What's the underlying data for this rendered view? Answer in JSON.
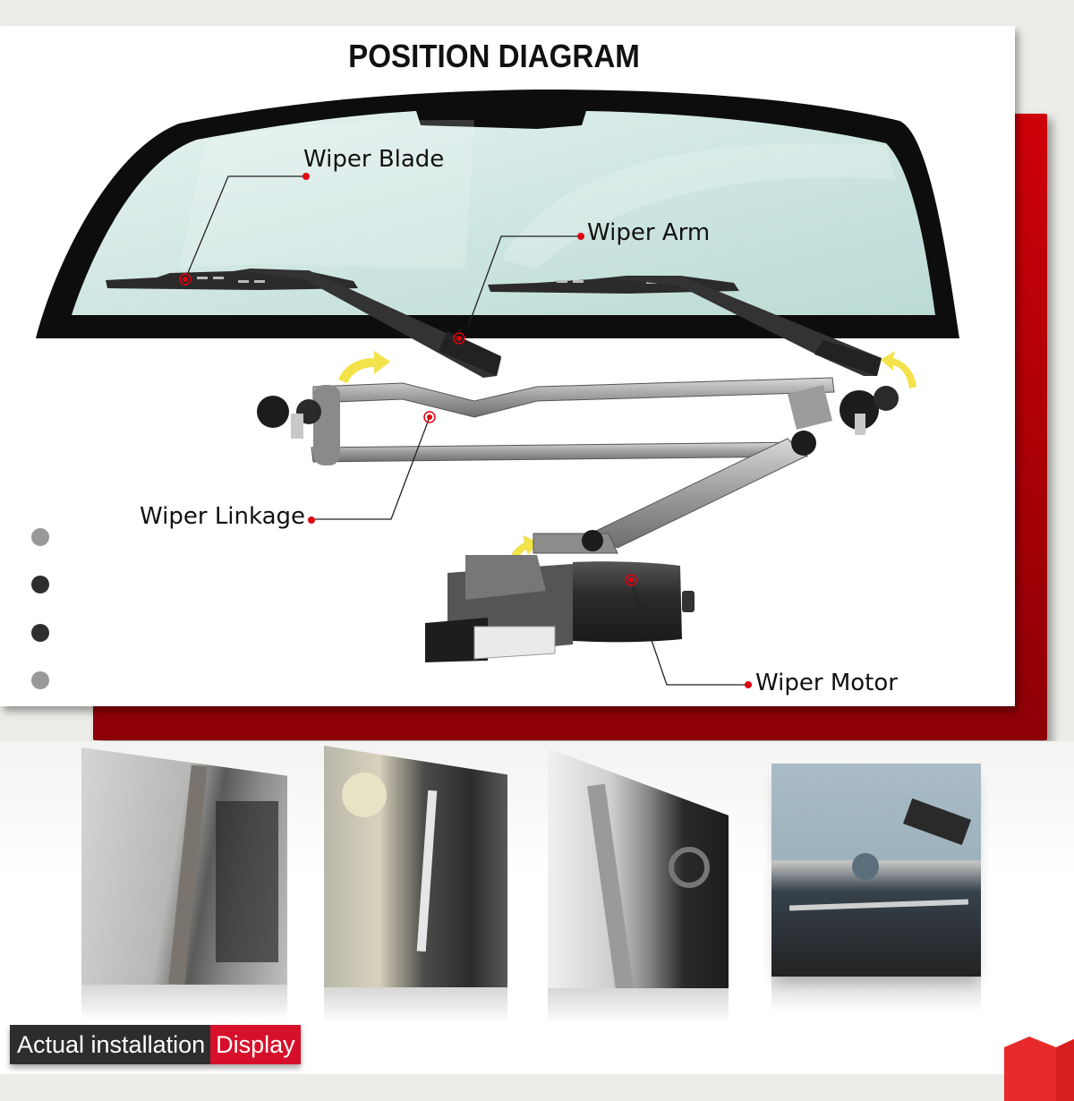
{
  "header": {
    "title": "POSITION DIAGRAM"
  },
  "callouts": [
    {
      "id": "wiper-blade",
      "label": "Wiper Blade"
    },
    {
      "id": "wiper-arm",
      "label": "Wiper Arm"
    },
    {
      "id": "wiper-linkage",
      "label": "Wiper Linkage"
    },
    {
      "id": "wiper-motor",
      "label": "Wiper Motor"
    }
  ],
  "pager": {
    "dots": [
      {
        "state": "inactive",
        "color": "#999999"
      },
      {
        "state": "active",
        "color": "#2e2e2e"
      },
      {
        "state": "active",
        "color": "#2e2e2e"
      },
      {
        "state": "inactive",
        "color": "#999999"
      }
    ]
  },
  "gallery": {
    "photos": [
      {
        "subject": "cowl-panel-wiper-pivot"
      },
      {
        "subject": "engine-bay-wiper-linkage"
      },
      {
        "subject": "cowl-grille-removed"
      },
      {
        "subject": "installed-linkage-and-motor"
      }
    ]
  },
  "footer_badge": {
    "part1": "Actual installation",
    "part2": "Display"
  },
  "colors": {
    "accent_red": "#c8000a",
    "badge_dark": "#2d2d2d",
    "badge_red": "#d6102a",
    "callout_dot": "#e00010",
    "glass": "#cfe7e3",
    "arrow_yellow": "#f3e24a"
  }
}
